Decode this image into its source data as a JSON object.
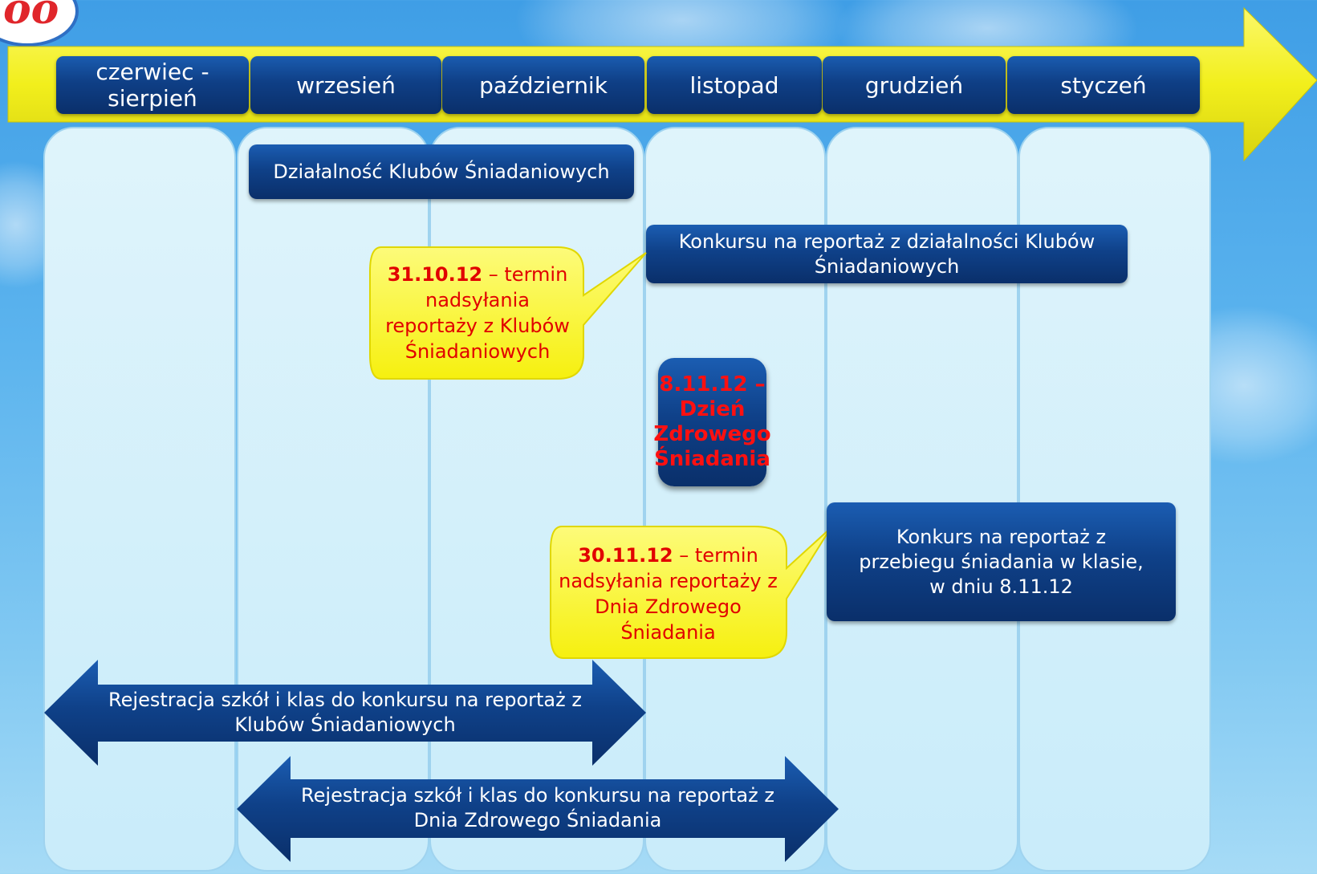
{
  "months": [
    "czerwiec -\nsierpień",
    "wrzesień",
    "październik",
    "listopad",
    "grudzień",
    "styczeń"
  ],
  "boxes": {
    "activity": "Działalność Klubów Śniadaniowych",
    "contest_clubs": "Konkursu na reportaż z działalności Klubów Śniadaniowych",
    "contest_breakfast": "Konkurs na reportaż z przebiegu śniadania w klasie, w dniu 8.11.12"
  },
  "callout1": {
    "date": "31.10.12",
    "text": " – termin nadsyłania reportaży z Klubów Śniadaniowych"
  },
  "callout2": {
    "date": "30.11.12",
    "text": " – termin nadsyłania reportaży z Dnia Zdrowego Śniadania"
  },
  "day_event": "8.11.12 – Dzień Zdrowego Śniadania",
  "arrows": {
    "registration_clubs": "Rejestracja szkół i klas do konkursu na reportaż z Klubów Śniadaniowych",
    "registration_breakfast": "Rejestracja szkół i klas do konkursu na reportaż z Dnia Zdrowego Śniadania"
  },
  "colors": {
    "timeline_arrow": "#f2ef1c",
    "box_blue": "#0f3f86",
    "callout_yellow": "#fbf52a",
    "highlight_red": "#e10000"
  }
}
